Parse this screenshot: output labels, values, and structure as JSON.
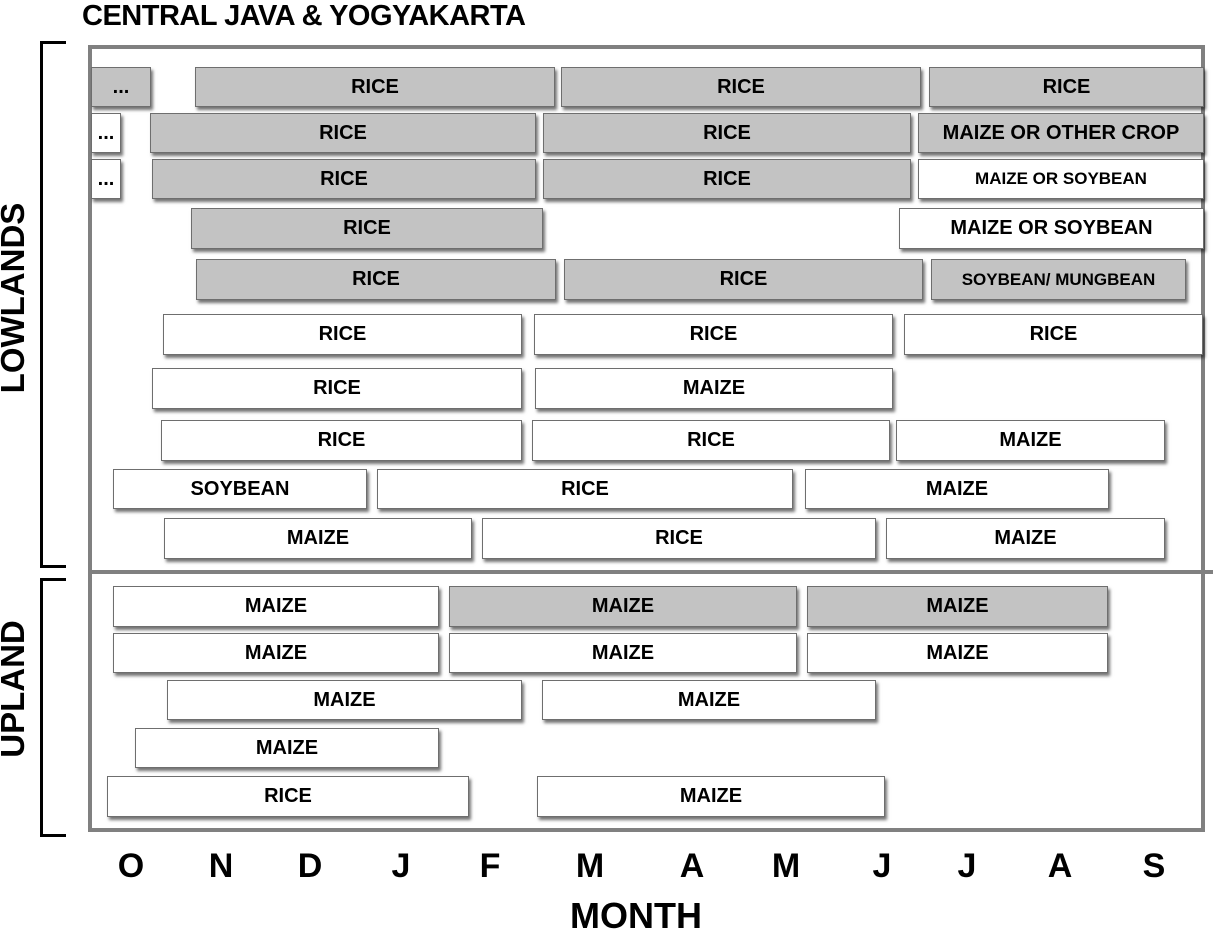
{
  "title": "CENTRAL JAVA & YOGYAKARTA",
  "regions": {
    "lowlands": "LOWLANDS",
    "upland": "UPLAND"
  },
  "axis_title": "MONTH",
  "months": [
    "O",
    "N",
    "D",
    "J",
    "F",
    "M",
    "A",
    "M",
    "J",
    "J",
    "A",
    "S"
  ],
  "colors": {
    "shaded_fill": "#c3c3c3",
    "plain_fill": "#ffffff",
    "frame": "#808080"
  },
  "lowlands_rows": [
    [
      "...",
      "RICE",
      "RICE",
      "RICE"
    ],
    [
      "...",
      "RICE",
      "RICE",
      "MAIZE OR OTHER CROP"
    ],
    [
      "...",
      "RICE",
      "RICE",
      "MAIZE OR SOYBEAN"
    ],
    [
      "RICE",
      "MAIZE OR SOYBEAN"
    ],
    [
      "RICE",
      "RICE",
      "SOYBEAN/ MUNGBEAN"
    ],
    [
      "RICE",
      "RICE",
      "RICE"
    ],
    [
      "RICE",
      "MAIZE"
    ],
    [
      "RICE",
      "RICE",
      "MAIZE"
    ],
    [
      "SOYBEAN",
      "RICE",
      "MAIZE"
    ],
    [
      "MAIZE",
      "RICE",
      "MAIZE"
    ]
  ],
  "upland_rows": [
    [
      "MAIZE",
      "MAIZE",
      "MAIZE"
    ],
    [
      "MAIZE",
      "MAIZE",
      "MAIZE"
    ],
    [
      "MAIZE",
      "MAIZE"
    ],
    [
      "MAIZE"
    ],
    [
      "RICE",
      "MAIZE"
    ]
  ]
}
